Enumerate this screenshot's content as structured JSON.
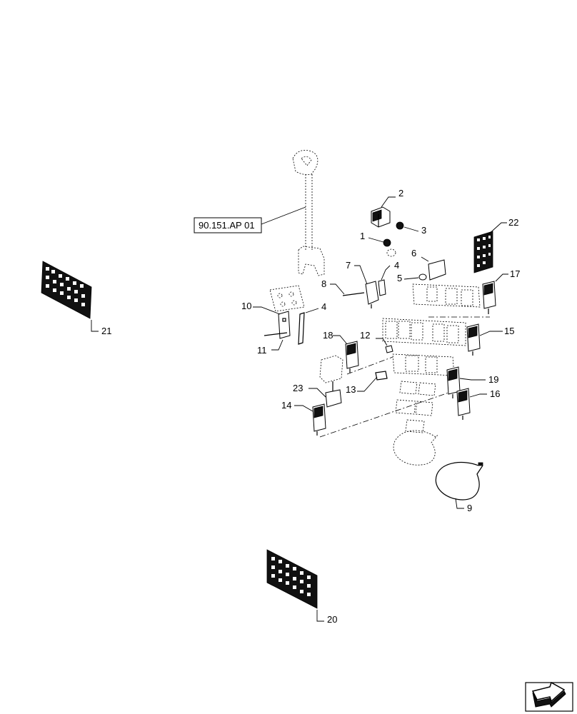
{
  "reference_box": {
    "label": "90.151.AP 01"
  },
  "callouts": {
    "c1": "1",
    "c2": "2",
    "c3": "3",
    "c4a": "4",
    "c4b": "4",
    "c5": "5",
    "c6": "6",
    "c7": "7",
    "c8": "8",
    "c9": "9",
    "c10": "10",
    "c11": "11",
    "c12": "12",
    "c13": "13",
    "c14": "14",
    "c15": "15",
    "c16": "16",
    "c17": "17",
    "c18": "18",
    "c19": "19",
    "c20": "20",
    "c21": "21",
    "c22": "22",
    "c23": "23"
  },
  "icons": {
    "corner": "next-page-arrow-icon"
  }
}
